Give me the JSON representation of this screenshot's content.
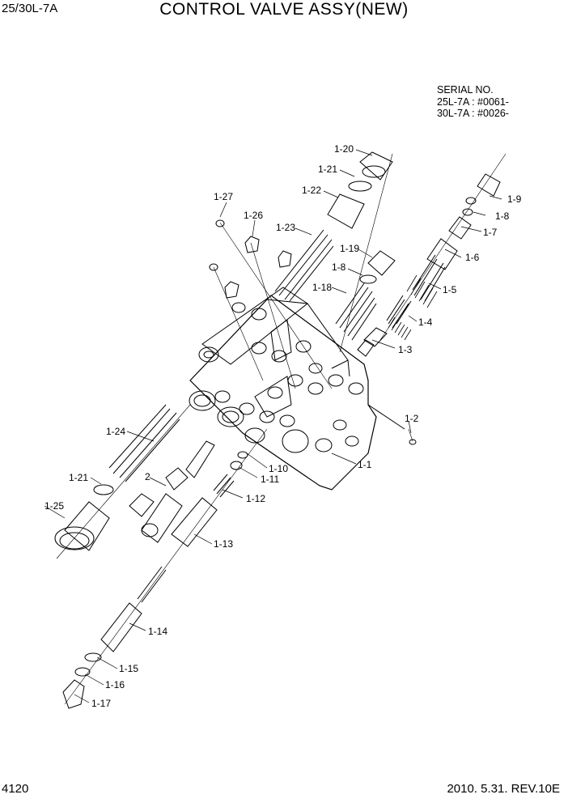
{
  "header": {
    "model": "25/30L-7A",
    "title": "CONTROL VALVE ASSY(NEW)"
  },
  "serial": {
    "heading": "SERIAL NO.",
    "line1": "25L-7A : #0061-",
    "line2": "30L-7A : #0026-"
  },
  "parts": {
    "p1_1": "1-1",
    "p1_2": "1-2",
    "p1_3": "1-3",
    "p1_4": "1-4",
    "p1_5": "1-5",
    "p1_6": "1-6",
    "p1_7": "1-7",
    "p1_8a": "1-8",
    "p1_8b": "1-8",
    "p1_9": "1-9",
    "p1_10": "1-10",
    "p1_11": "1-11",
    "p1_12": "1-12",
    "p1_13": "1-13",
    "p1_14": "1-14",
    "p1_15": "1-15",
    "p1_16": "1-16",
    "p1_17": "1-17",
    "p1_18": "1-18",
    "p1_19": "1-19",
    "p1_20": "1-20",
    "p1_21a": "1-21",
    "p1_21b": "1-21",
    "p1_22": "1-22",
    "p1_23": "1-23",
    "p1_24": "1-24",
    "p1_25": "1-25",
    "p1_26": "1-26",
    "p1_27": "1-27",
    "p2": "2"
  },
  "footer": {
    "page_number": "4120",
    "date_rev": "2010. 5.31.  REV.10E"
  }
}
